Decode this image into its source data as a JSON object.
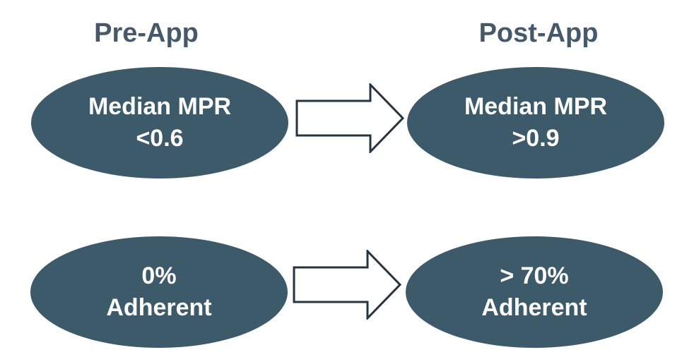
{
  "headers": {
    "pre": "Pre-App",
    "post": "Post-App"
  },
  "ellipses": {
    "pre_mpr": {
      "line1": "Median MPR",
      "line2": "<0.6"
    },
    "post_mpr": {
      "line1": "Median MPR",
      "line2": ">0.9"
    },
    "pre_adherent": {
      "line1": "0%",
      "line2": "Adherent"
    },
    "post_adherent": {
      "line1": "> 70%",
      "line2": "Adherent"
    }
  },
  "icons": {
    "top_arrow": "right-block-arrow",
    "bottom_arrow": "right-block-arrow"
  },
  "colors": {
    "background": "#ffffff",
    "ellipse_fill": "#3d5a6b",
    "ellipse_text": "#fdfdfd",
    "header_text": "#46596b",
    "arrow_fill": "#ffffff",
    "arrow_outline": "#243440"
  }
}
